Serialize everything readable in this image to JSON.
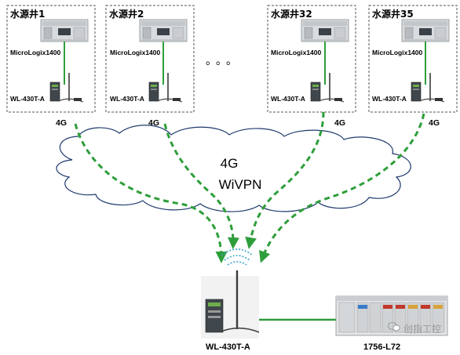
{
  "stations": [
    {
      "title": "水源井1",
      "plc": "MicroLogix1400",
      "modem": "WL-430T-A",
      "link": "4G"
    },
    {
      "title": "水源井2",
      "plc": "MicroLogix1400",
      "modem": "WL-430T-A",
      "link": "4G"
    },
    {
      "title": "水源井32",
      "plc": "MicroLogix1400",
      "modem": "WL-430T-A",
      "link": "4G"
    },
    {
      "title": "水源井35",
      "plc": "MicroLogix1400",
      "modem": "WL-430T-A",
      "link": "4G"
    }
  ],
  "ellipsis": "。。。",
  "cloud": {
    "line1": "4G",
    "line2": "WiVPN"
  },
  "center": {
    "modem": "WL-430T-A",
    "controller": "1756-L72"
  },
  "watermark": "创指工控",
  "colors": {
    "dashed_link": "#2e9e3a",
    "wired_link": "#2e9e3a",
    "box_border": "#555555",
    "cloud_stroke": "#1f3a6e"
  }
}
